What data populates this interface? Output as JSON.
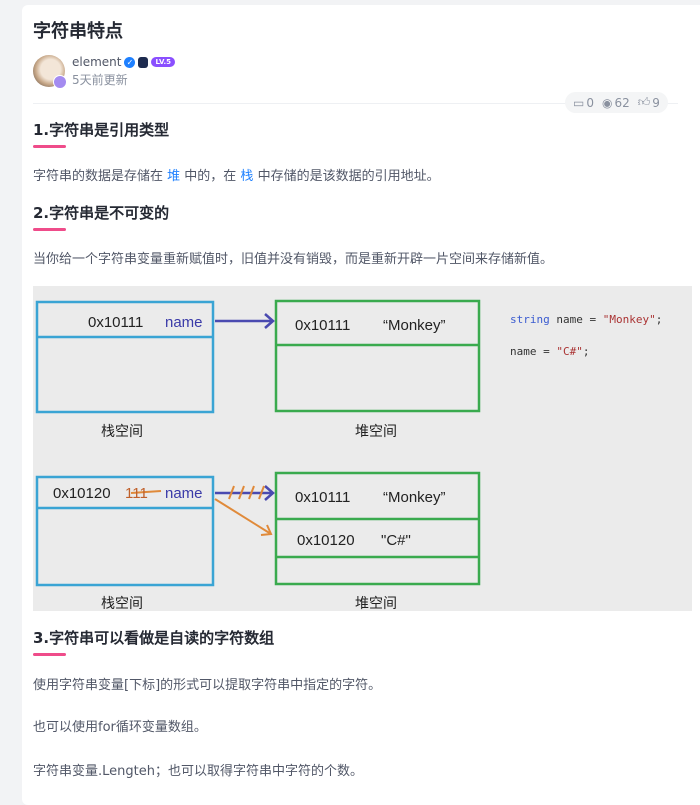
{
  "article": {
    "title": "字符串特点",
    "author": {
      "name": "element",
      "level": "LV.5",
      "updated": "5天前更新"
    },
    "stats": {
      "comments": "0",
      "views": "62",
      "likes": "9"
    },
    "sections": [
      {
        "heading": "1.字符串是引用类型",
        "paragraph": {
          "p1": "字符串的数据是存储在 ",
          "link1": "堆",
          "p2": " 中的，在 ",
          "link2": "栈",
          "p3": " 中存储的是该数据的引用地址。"
        }
      },
      {
        "heading": "2.字符串是不可变的",
        "paragraph": "当你给一个字符串变量重新赋值时，旧值并没有销毁，而是重新开辟一片空间来存储新值。"
      },
      {
        "heading": "3.字符串可以看做是自读的字符数组",
        "paragraphs": [
          "使用字符串变量[下标]的形式可以提取字符串中指定的字符。",
          "也可以使用for循环变量数组。",
          "字符串变量.Lengteh；也可以取得字符串中字符的个数。"
        ]
      }
    ]
  },
  "diagram": {
    "top": {
      "stack_addr": "0x10111",
      "var": "name",
      "heap_addr": "0x10111",
      "heap_value": "“Monkey”",
      "stack_label": "栈空间",
      "heap_label": "堆空间"
    },
    "bottom": {
      "stack_addr": "0x10120",
      "crossed": "111",
      "var": "name",
      "heap_addr1": "0x10111",
      "heap_value1": "“Monkey”",
      "heap_addr2": "0x10120",
      "heap_value2": "\"C#\"",
      "stack_label": "栈空间",
      "heap_label": "堆空间"
    },
    "code": {
      "kw": "string",
      "line1_rest": " name = ",
      "line1_str": "\"Monkey\"",
      "line1_end": ";",
      "line2_rest": "name = ",
      "line2_str": "\"C#\"",
      "line2_end": ";"
    },
    "colors": {
      "stack": "#3aa4d4",
      "heap": "#3aaa4e",
      "arrow": "#4a4ab0",
      "new_arrow": "#e08a3a"
    }
  }
}
